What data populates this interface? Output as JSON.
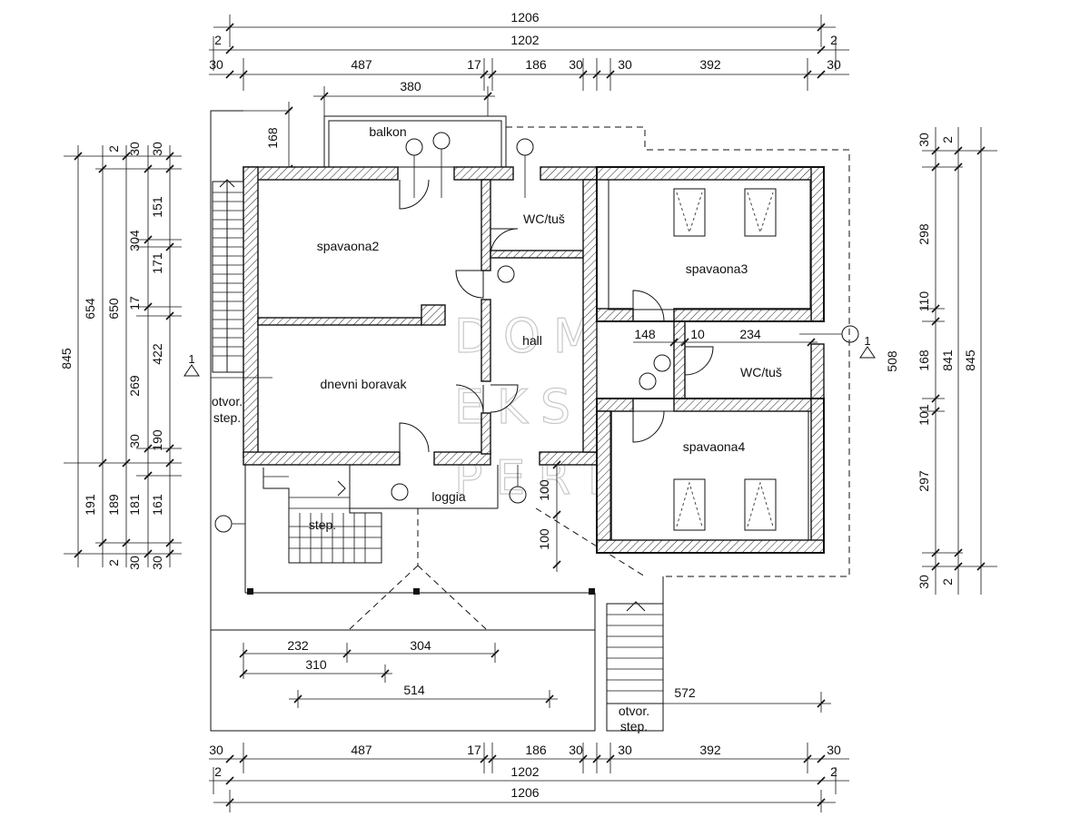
{
  "dimensions": {
    "top_total": "1206",
    "top_row2_left": "2",
    "top_row2_mid": "1202",
    "top_row2_right": "2",
    "top_row3": [
      "30",
      "487",
      "17",
      "186",
      "30",
      "30",
      "392",
      "30"
    ],
    "balkon_width": "380",
    "balkon_depth": "168",
    "bottom_row1": [
      "30",
      "487",
      "17",
      "186",
      "30",
      "30",
      "392",
      "30"
    ],
    "bottom_row2_left": "2",
    "bottom_row2_mid": "1202",
    "bottom_row2_right": "2",
    "bottom_total": "1206",
    "left_outer": "845",
    "left_col2": "654",
    "left_col3": "650",
    "left_col4_top": [
      "2",
      "30",
      "151",
      "17",
      "30",
      "190"
    ],
    "left_col4b": [
      "304",
      "171",
      "422",
      "269"
    ],
    "left_bottom": [
      "191",
      "189",
      "181",
      "161"
    ],
    "left_bottom_ends": [
      "2",
      "30",
      "30"
    ],
    "left_top_ends": [
      "30"
    ],
    "right_col1": [
      "30",
      "298",
      "110",
      "168",
      "101",
      "297",
      "30"
    ],
    "right_col2": [
      "2",
      "841",
      "2"
    ],
    "right_outer": "845",
    "inner_148": "148",
    "inner_10": "10",
    "inner_234": "234",
    "inner_100a": "100",
    "inner_100b": "100",
    "right_508": "508",
    "bottom_232": "232",
    "bottom_304": "304",
    "bottom_310": "310",
    "bottom_514": "514",
    "bottom_572": "572"
  },
  "rooms": {
    "balkon": "balkon",
    "spavaona2": "spavaona2",
    "wc_tus_top": "WC/tuš",
    "spavaona3": "spavaona3",
    "hall": "hall",
    "dnevni_boravak": "dnevni boravak",
    "wc_tus_right": "WC/tuš",
    "spavaona4": "spavaona4",
    "loggia": "loggia",
    "step": "step.",
    "otvor_step_left_1": "otvor.",
    "otvor_step_left_2": "step.",
    "otvor_step_bottom_1": "otvor.",
    "otvor_step_bottom_2": "step."
  },
  "section_marks": {
    "left": "1",
    "right": "1"
  },
  "watermark": [
    "DOM",
    "EKS",
    "PERT"
  ]
}
